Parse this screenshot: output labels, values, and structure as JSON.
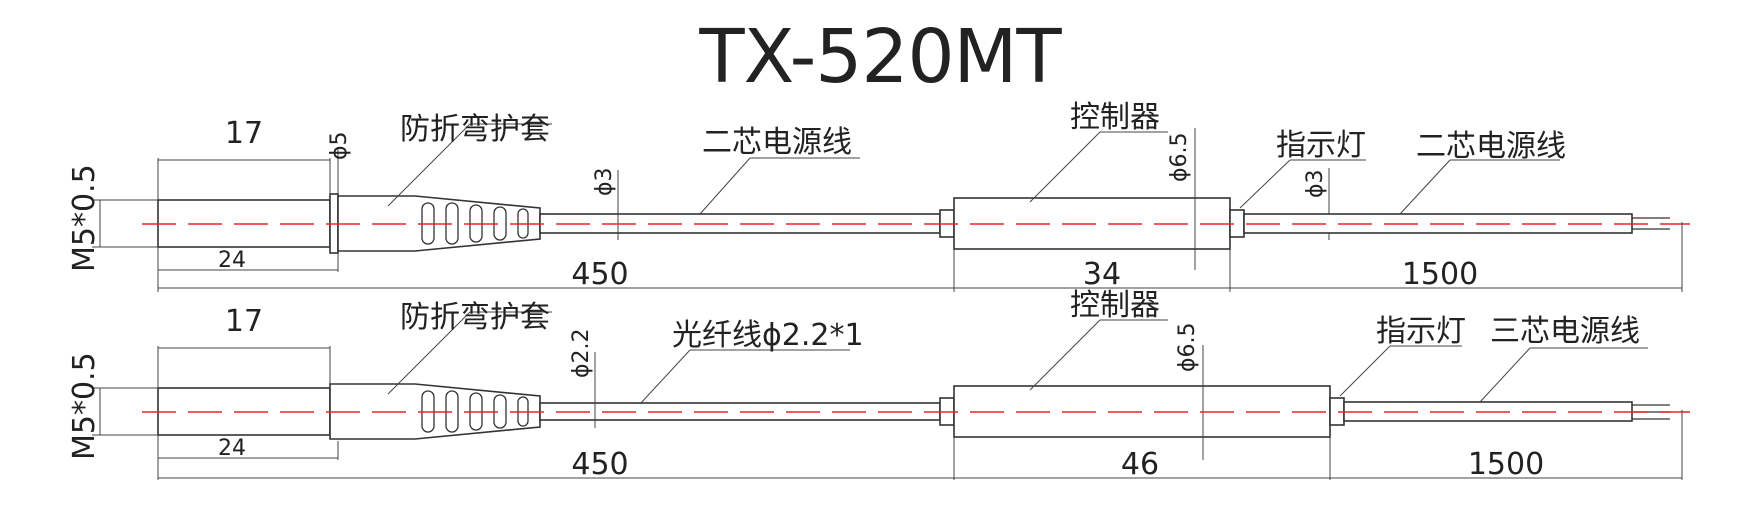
{
  "title": "TX-520MT",
  "diagrams": [
    {
      "thread": "M5*0.5",
      "dim_head_top": "17",
      "dim_head_bottom": "24",
      "phi_head": "ϕ5",
      "label_sleeve": "防折弯护套",
      "phi_cable": "ϕ3",
      "label_cable": "二芯电源线",
      "label_controller": "控制器",
      "phi_controller": "ϕ6.5",
      "label_indicator": "指示灯",
      "phi_cable2": "ϕ3",
      "label_cable2": "二芯电源线",
      "dim_total": "450",
      "dim_controller": "34",
      "dim_tail": "1500"
    },
    {
      "thread": "M5*0.5",
      "dim_head_top": "17",
      "dim_head_bottom": "24",
      "label_sleeve": "防折弯护套",
      "phi_cable": "ϕ2.2",
      "label_cable": "光纤线ϕ2.2*1",
      "label_controller": "控制器",
      "phi_controller": "ϕ6.5",
      "label_indicator": "指示灯",
      "label_cable2": "三芯电源线",
      "dim_total": "450",
      "dim_controller": "46",
      "dim_tail": "1500"
    }
  ]
}
